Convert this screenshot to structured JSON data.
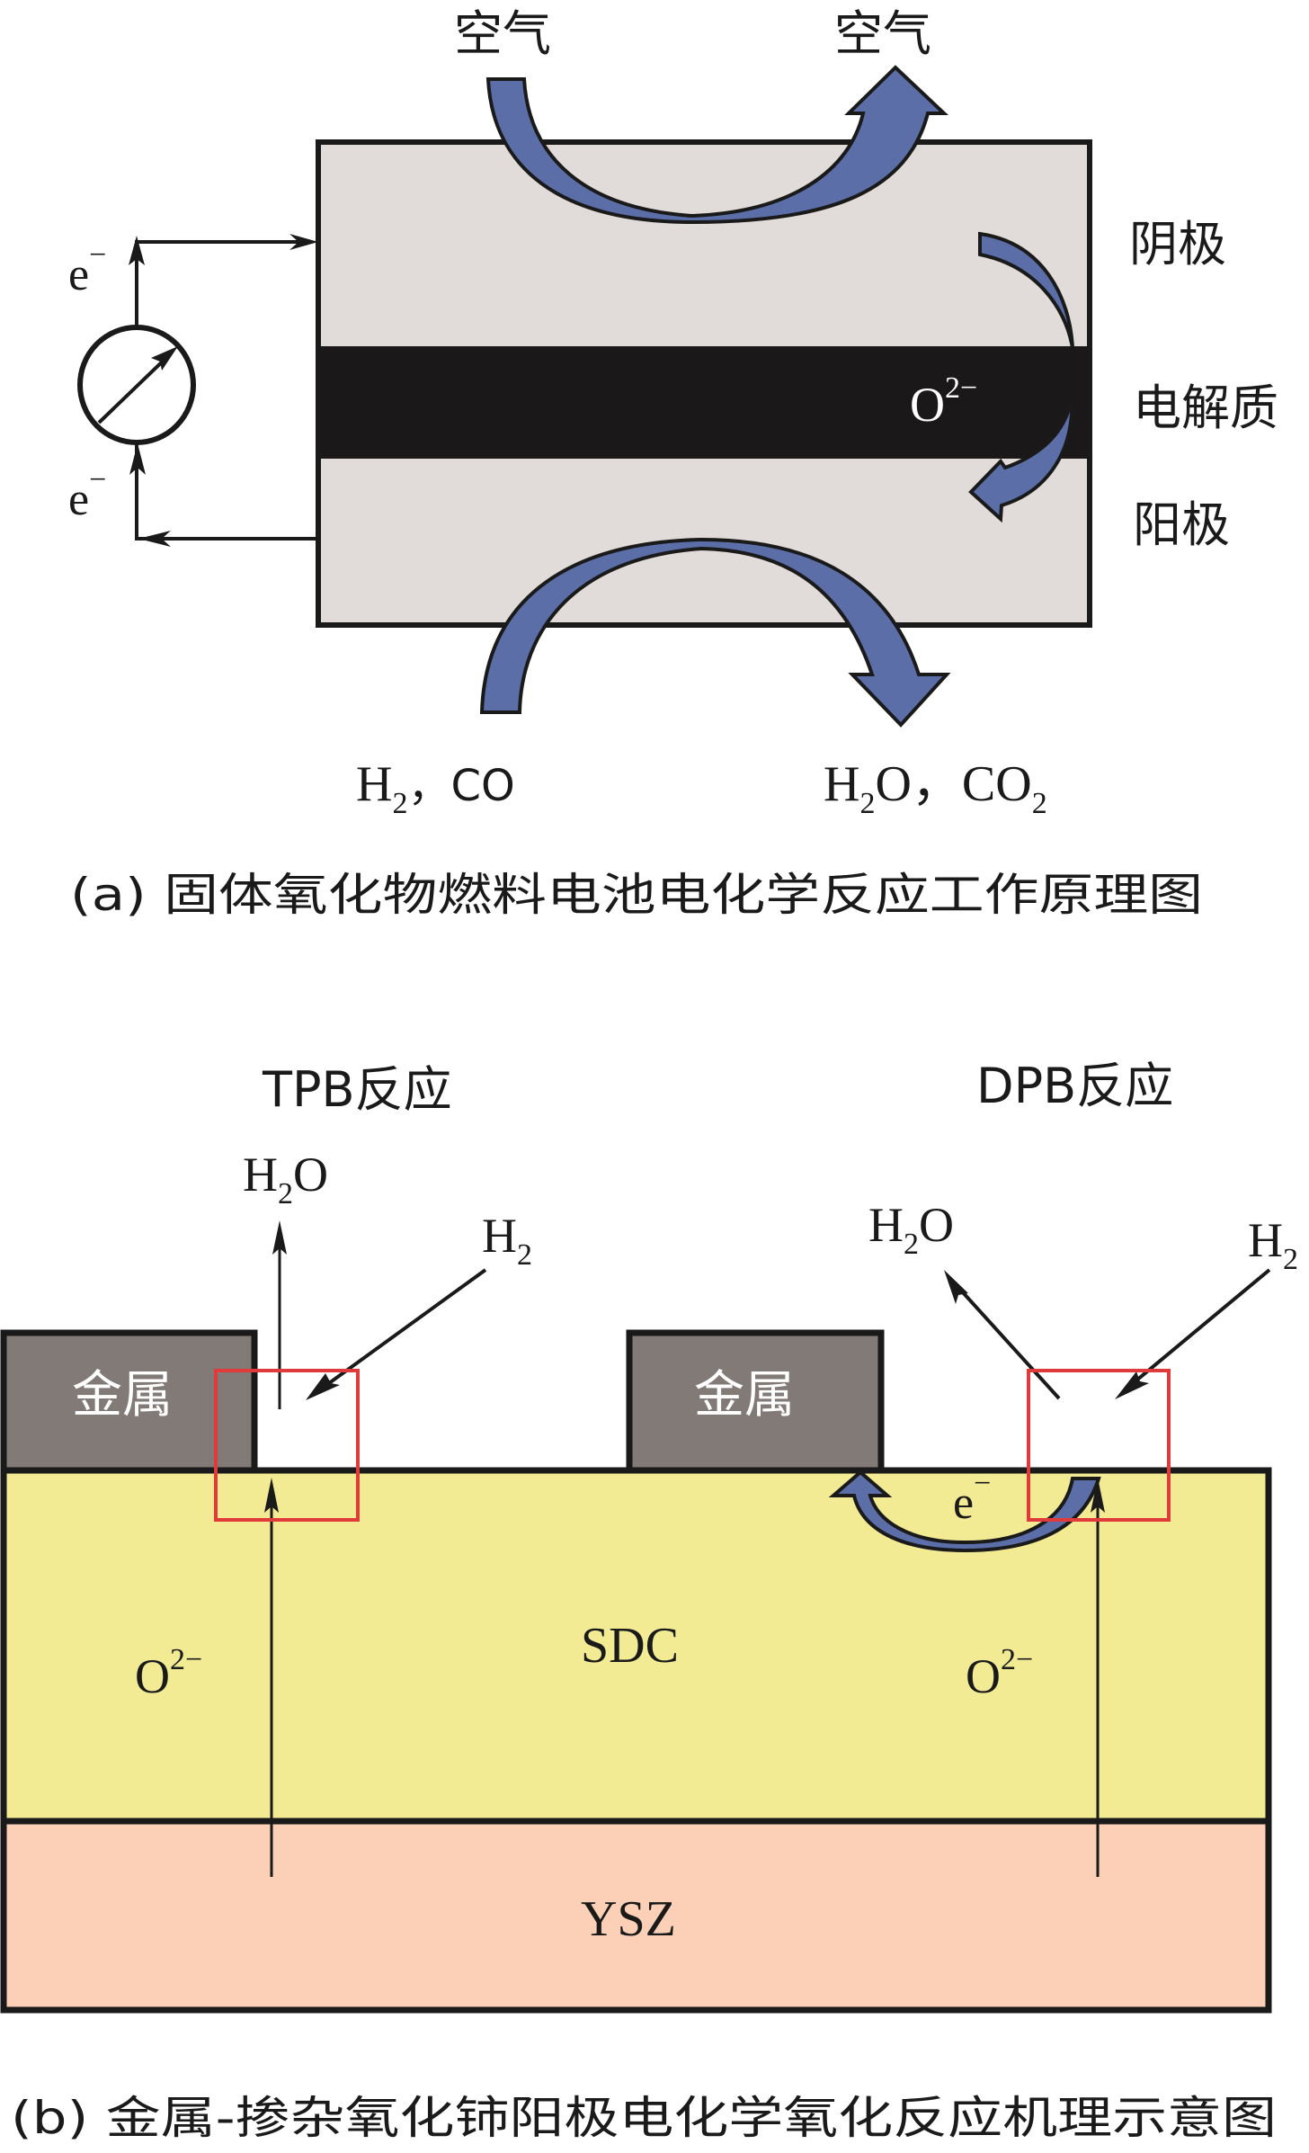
{
  "colors": {
    "electrode": "#e1dcd9",
    "electrolyte": "#1a1818",
    "flow_arrow": "#5b6ea8",
    "outline": "#1a1a1a",
    "metal": "#827a77",
    "sdc": "#f3eb94",
    "ysz": "#fbd0b6",
    "highlight_box": "#e03a3a"
  },
  "panel_a": {
    "air_in_label": "空气",
    "air_out_label": "空气",
    "cathode_label": "阴极",
    "electrolyte_label": "电解质",
    "anode_label": "阳极",
    "ion": {
      "base": "O",
      "sup": "2−"
    },
    "electron_top": {
      "base": "e",
      "sup": "−"
    },
    "electron_bottom": {
      "base": "e",
      "sup": "−"
    },
    "fuel_in": {
      "a": "H",
      "a_sub": "2",
      "rest": "，CO"
    },
    "fuel_out": {
      "a": "H",
      "a_sub": "2",
      "b": "O，CO",
      "b_sub": "2"
    },
    "meter_icon": "ammeter-icon",
    "caption": "(a) 固体氧化物燃料电池电化学反应工作原理图"
  },
  "panel_b": {
    "tpb_title": "TPB反应",
    "dpb_title": "DPB反应",
    "tpb_product": {
      "a": "H",
      "sub": "2",
      "b": "O"
    },
    "tpb_reactant": {
      "a": "H",
      "sub": "2"
    },
    "dpb_product": {
      "a": "H",
      "sub": "2",
      "b": "O"
    },
    "dpb_reactant": {
      "a": "H",
      "sub": "2"
    },
    "metal_label_left": "金属",
    "metal_label_right": "金属",
    "sdc_label": "SDC",
    "ysz_label": "YSZ",
    "ion_left": {
      "base": "O",
      "sup": "2−"
    },
    "ion_right": {
      "base": "O",
      "sup": "2−"
    },
    "electron": {
      "base": "e",
      "sup": "−"
    },
    "caption": "(b) 金属-掺杂氧化铈阳极电化学氧化反应机理示意图"
  }
}
